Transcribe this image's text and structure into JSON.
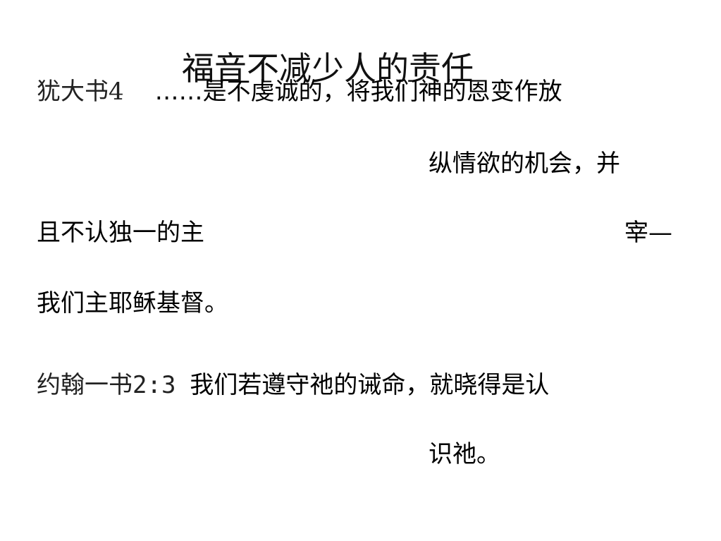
{
  "slide": {
    "title": "福音不减少人的责任",
    "jude": {
      "ref": "犹大书4",
      "line1": "……是不虔诚的，将我们神的恩变作放",
      "line2": "纵情欲的机会，并",
      "line3a": "且不认独一的主",
      "line3b": "宰—",
      "line4": "我们主耶稣基督。"
    },
    "john": {
      "ref": "约翰一书2:3",
      "line1": "我们若遵守祂的诫命，就晓得是认",
      "line2": "识祂。"
    }
  }
}
